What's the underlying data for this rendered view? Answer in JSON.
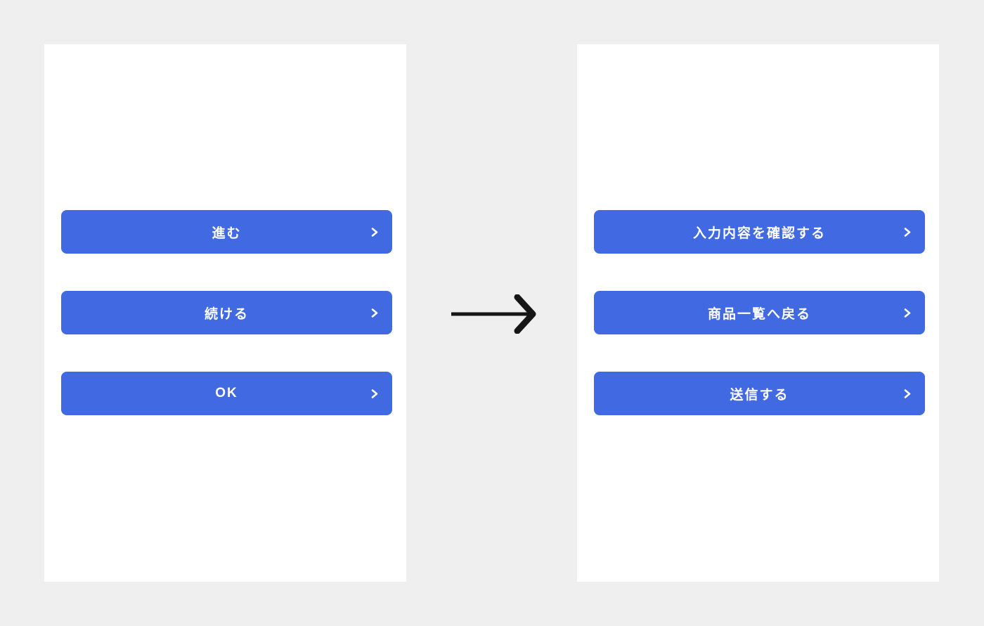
{
  "colors": {
    "background": "#efefef",
    "panel": "#ffffff",
    "button": "#4169e1",
    "button_text": "#ffffff",
    "arrow": "#161616"
  },
  "icons": {
    "button_chevron": "chevron-right",
    "transition_arrow": "arrow-right"
  },
  "left_panel": {
    "buttons": [
      {
        "label": "進む"
      },
      {
        "label": "続ける"
      },
      {
        "label": "OK"
      }
    ]
  },
  "right_panel": {
    "buttons": [
      {
        "label": "入力内容を確認する"
      },
      {
        "label": "商品一覧へ戻る"
      },
      {
        "label": "送信する"
      }
    ]
  }
}
